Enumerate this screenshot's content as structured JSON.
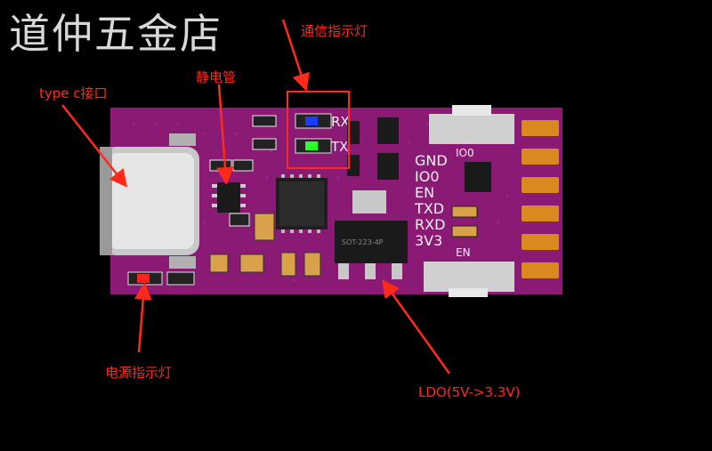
{
  "watermark": "道仲五金店",
  "annotations": {
    "comm_led": "通信指示灯",
    "esd": "静电管",
    "typec": "type c接口",
    "power_led": "电源指示灯",
    "ldo": "LDO(5V->3.3V)"
  },
  "silkscreen": {
    "rx": "RX",
    "tx": "TX",
    "io0_top": "IO0",
    "pins": [
      "GND",
      "IO0",
      "EN",
      "TXD",
      "RXD",
      "3V3"
    ],
    "en_button": "EN",
    "regulator": "SOT-223-4P"
  },
  "colors": {
    "pcb": "#8a1a74",
    "annotation": "#ff2a1a",
    "pad": "#d98a1e"
  }
}
